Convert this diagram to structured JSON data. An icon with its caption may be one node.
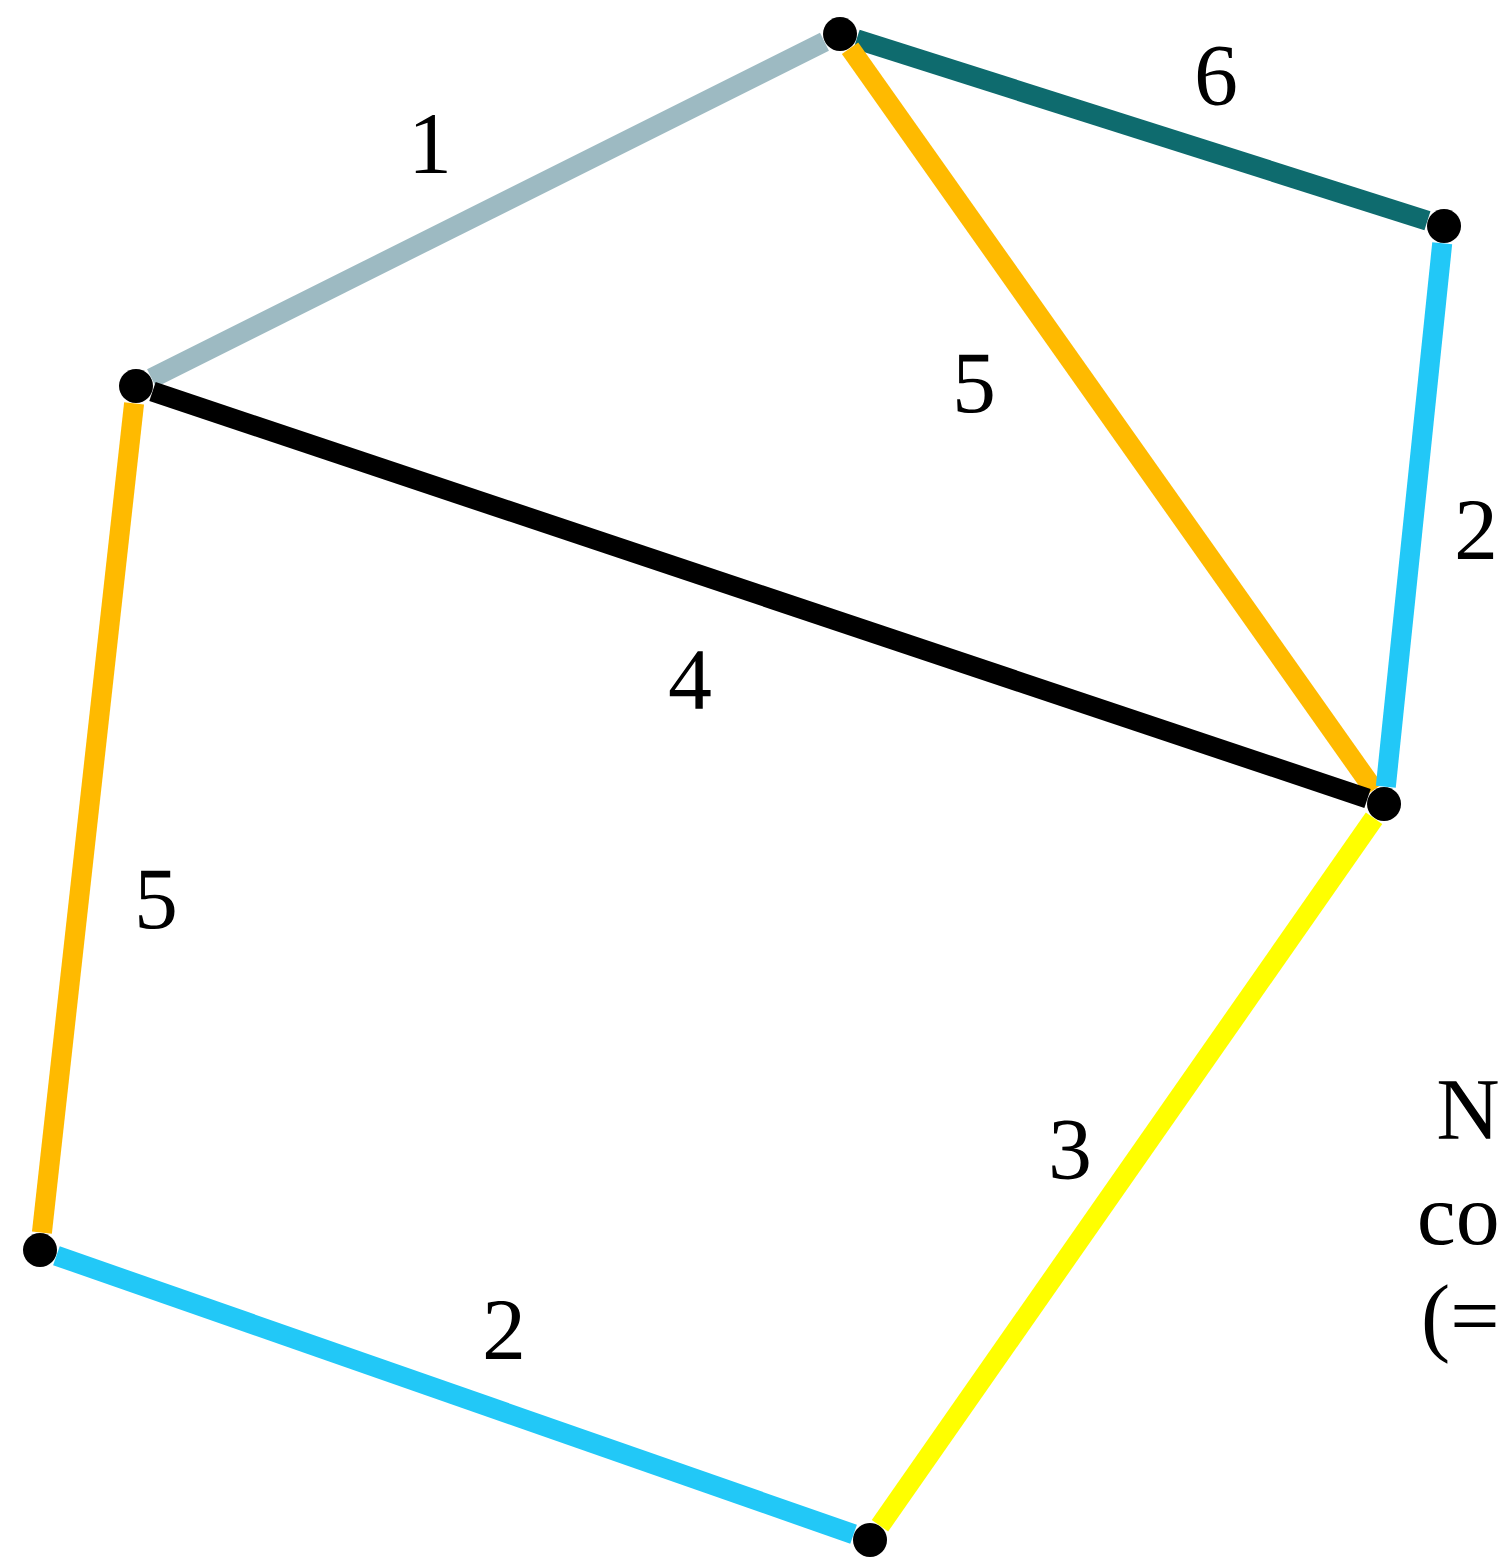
{
  "diagram": {
    "nodes": [
      {
        "text": [],
        "shape": "circle"
      },
      {
        "text": [],
        "shape": "circle"
      },
      {
        "text": [],
        "shape": "circle"
      },
      {
        "text": [],
        "shape": "circle"
      },
      {
        "text": [],
        "shape": "circle"
      },
      {
        "text": [],
        "shape": "circle"
      }
    ],
    "edges": [
      {
        "from": 2,
        "to": 0,
        "arrow": "none",
        "label": "1",
        "color": "#9dbac2"
      },
      {
        "from": 0,
        "to": 1,
        "arrow": "none",
        "label": "6",
        "color": "#0e6b6e"
      },
      {
        "from": 0,
        "to": 3,
        "arrow": "none",
        "label": "5",
        "color": "#ffba00"
      },
      {
        "from": 1,
        "to": 3,
        "arrow": "none",
        "label": "2",
        "color": "#22c8f7"
      },
      {
        "from": 2,
        "to": 3,
        "arrow": "none",
        "label": "4",
        "color": "#000000"
      },
      {
        "from": 2,
        "to": 4,
        "arrow": "none",
        "label": "5",
        "color": "#ffba00"
      },
      {
        "from": 4,
        "to": 5,
        "arrow": "none",
        "label": "2",
        "color": "#22c8f7"
      },
      {
        "from": 5,
        "to": 3,
        "arrow": "none",
        "label": "3",
        "color": "#ffff00"
      }
    ],
    "labels": [
      "N",
      "co",
      "(="
    ]
  }
}
